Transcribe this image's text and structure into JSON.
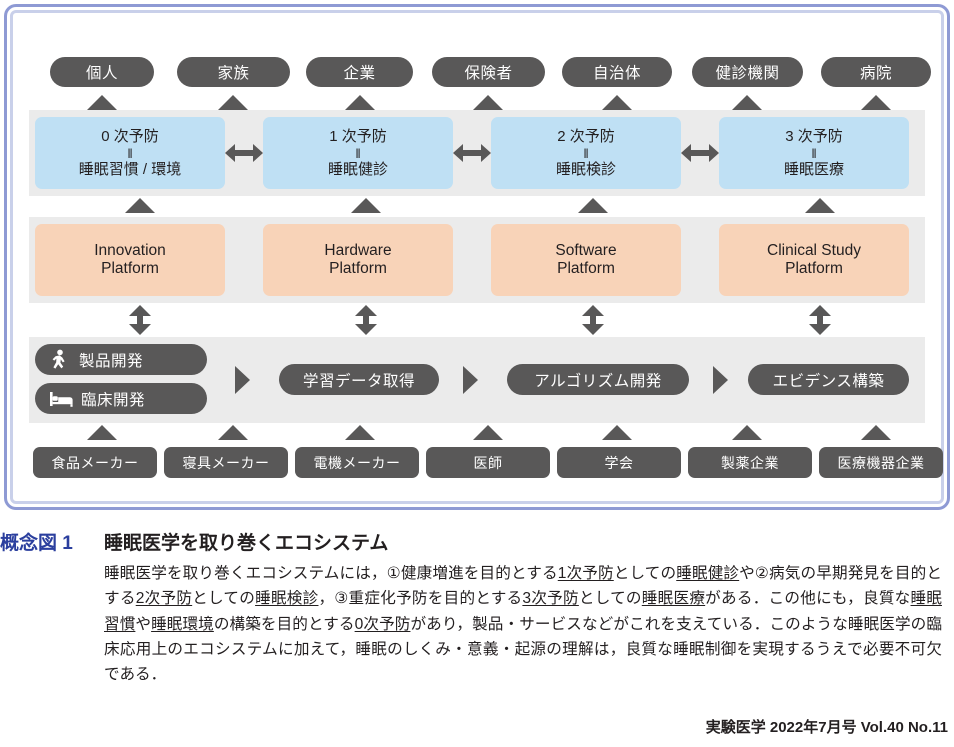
{
  "figure": {
    "stakeholders_top": [
      {
        "label": "個人"
      },
      {
        "label": "家族"
      },
      {
        "label": "企業"
      },
      {
        "label": "保険者"
      },
      {
        "label": "自治体"
      },
      {
        "label": "健診機関"
      },
      {
        "label": "病院"
      }
    ],
    "prevention_levels": [
      {
        "title": "0 次予防",
        "eq": "‖",
        "sub": "睡眠習慣 / 環境"
      },
      {
        "title": "1 次予防",
        "eq": "‖",
        "sub": "睡眠健診"
      },
      {
        "title": "2 次予防",
        "eq": "‖",
        "sub": "睡眠検診"
      },
      {
        "title": "3 次予防",
        "eq": "‖",
        "sub": "睡眠医療"
      }
    ],
    "platforms": [
      {
        "line1": "Innovation",
        "line2": "Platform"
      },
      {
        "line1": "Hardware",
        "line2": "Platform"
      },
      {
        "line1": "Software",
        "line2": "Platform"
      },
      {
        "line1": "Clinical Study",
        "line2": "Platform"
      }
    ],
    "development": [
      {
        "label": "製品開発",
        "icon": "walking-person-icon"
      },
      {
        "label": "臨床開発",
        "icon": "bed-icon"
      }
    ],
    "pipeline": [
      {
        "label": "学習データ取得"
      },
      {
        "label": "アルゴリズム開発"
      },
      {
        "label": "エビデンス構築"
      }
    ],
    "stakeholders_bottom": [
      {
        "label": "食品メーカー"
      },
      {
        "label": "寝具メーカー"
      },
      {
        "label": "電機メーカー"
      },
      {
        "label": "医師"
      },
      {
        "label": "学会"
      },
      {
        "label": "製薬企業"
      },
      {
        "label": "医療機器企業"
      }
    ],
    "colors": {
      "frame": "#8e9ad4",
      "pill": "#595858",
      "prevention": "#bfe0f4",
      "platform": "#f8d3b8",
      "band": "#ebebeb",
      "caption_number": "#2b3f9e"
    }
  },
  "caption": {
    "number": "概念図 1",
    "title": "睡眠医学を取り巻くエコシステム",
    "body_parts": [
      {
        "t": "睡眠医学を取り巻くエコシステムには，①健康増進を目的とする",
        "u": false
      },
      {
        "t": "1次予防",
        "u": true
      },
      {
        "t": "としての",
        "u": false
      },
      {
        "t": "睡眠健診",
        "u": true
      },
      {
        "t": "や②病気の早期発見を目的とする",
        "u": false
      },
      {
        "t": "2次予防",
        "u": true
      },
      {
        "t": "としての",
        "u": false
      },
      {
        "t": "睡眠検診",
        "u": true
      },
      {
        "t": "，③重症化予防を目的とする",
        "u": false
      },
      {
        "t": "3次予防",
        "u": true
      },
      {
        "t": "としての",
        "u": false
      },
      {
        "t": "睡眠医療",
        "u": true
      },
      {
        "t": "がある．この他にも，良質な",
        "u": false
      },
      {
        "t": "睡眠習慣",
        "u": true
      },
      {
        "t": "や",
        "u": false
      },
      {
        "t": "睡眠環境",
        "u": true
      },
      {
        "t": "の構築を目的とする",
        "u": false
      },
      {
        "t": "0次予防",
        "u": true
      },
      {
        "t": "があり，製品・サービスなどがこれを支えている．このような睡眠医学の臨床応用上のエコシステムに加えて，睡眠のしくみ・意義・起源の理解は，良質な睡眠制御を実現するうえで必要不可欠である．",
        "u": false
      }
    ]
  },
  "credit": "実験医学 2022年7月号 Vol.40 No.11"
}
